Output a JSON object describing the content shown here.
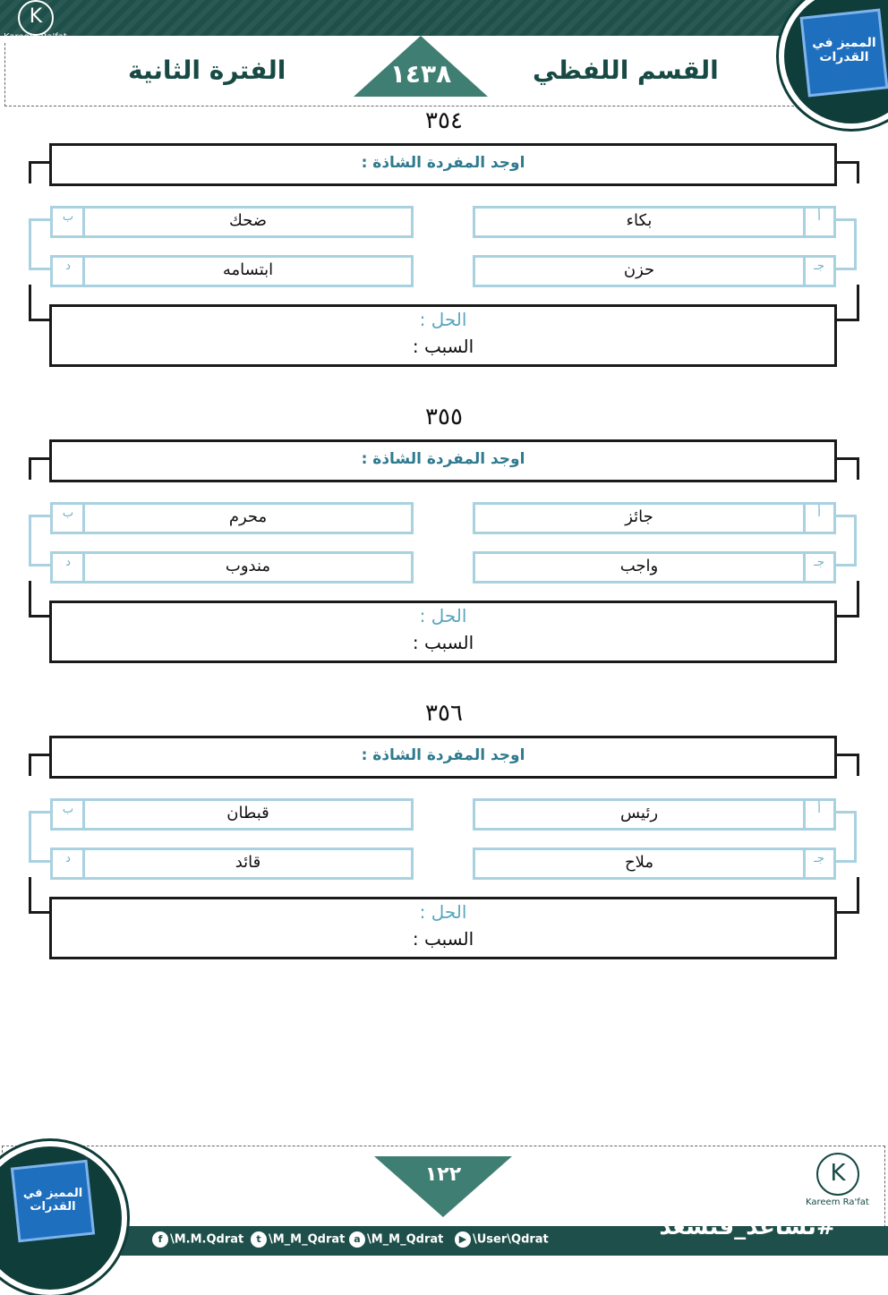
{
  "header": {
    "section_title": "القسم اللفظي",
    "year": "١٤٣٨",
    "period": "الفترة الثانية",
    "author_brand": "Kareem Ra'fat",
    "logo_text": "المميز في القدرات"
  },
  "questions": [
    {
      "number": "٣٥٤",
      "prompt": "اوجد المفردة الشاذة :",
      "options": {
        "a": {
          "letter": "أ",
          "text": "بكاء"
        },
        "b": {
          "letter": "ب",
          "text": "ضحك"
        },
        "c": {
          "letter": "جـ",
          "text": "حزن"
        },
        "d": {
          "letter": "د",
          "text": "ابتسامه"
        }
      },
      "solution_label": "الحل :",
      "reason_label": "السبب :"
    },
    {
      "number": "٣٥٥",
      "prompt": "اوجد المفردة الشاذة :",
      "options": {
        "a": {
          "letter": "أ",
          "text": "جائز"
        },
        "b": {
          "letter": "ب",
          "text": "محرم"
        },
        "c": {
          "letter": "جـ",
          "text": "واجب"
        },
        "d": {
          "letter": "د",
          "text": "مندوب"
        }
      },
      "solution_label": "الحل :",
      "reason_label": "السبب :"
    },
    {
      "number": "٣٥٦",
      "prompt": "اوجد المفردة الشاذة :",
      "options": {
        "a": {
          "letter": "أ",
          "text": "رئيس"
        },
        "b": {
          "letter": "ب",
          "text": "قبطان"
        },
        "c": {
          "letter": "جـ",
          "text": "ملاح"
        },
        "d": {
          "letter": "د",
          "text": "قائد"
        }
      },
      "solution_label": "الحل :",
      "reason_label": "السبب :"
    }
  ],
  "footer": {
    "page_number": "١٢٢",
    "hashtag": "#نساعد_فنسعد",
    "social": {
      "facebook": "\\M.M.Qdrat",
      "twitter": "\\M_M_Qdrat",
      "ask": "\\M_M_Qdrat",
      "youtube": "\\User\\Qdrat"
    },
    "author_brand": "Kareem Ra'fat",
    "logo_text": "المميز في القدرات"
  },
  "colors": {
    "header_green": "#1f4f4a",
    "accent_teal": "#3f7e73",
    "prompt_blue": "#2f7a8f",
    "option_border": "#a9d1e0"
  }
}
